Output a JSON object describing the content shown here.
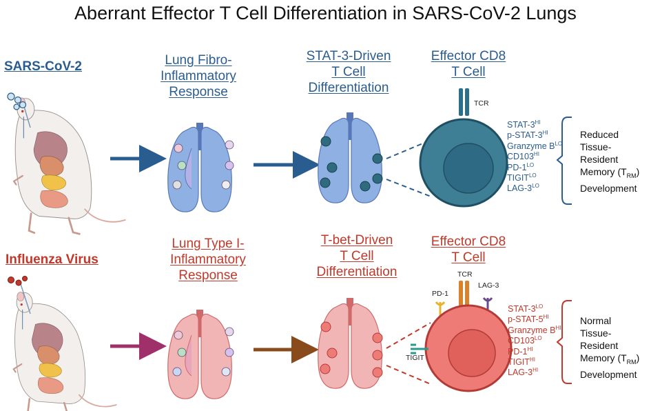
{
  "title": "Aberrant Effector T Cell Differentiation in SARS-CoV-2 Lungs",
  "colors": {
    "sars_accent": "#2a5d8f",
    "flu_accent": "#c0392b",
    "sars_lung": "#8fb0e3",
    "flu_lung": "#f2b5b5",
    "sars_cell": "#3f7f96",
    "flu_cell": "#ef7b76"
  },
  "rows": [
    {
      "virus": "SARS-CoV-2",
      "response": [
        "Lung Fibro-",
        "Inflammatory",
        "Response"
      ],
      "differentiation": [
        "STAT-3-Driven",
        "T Cell",
        "Differentiation"
      ],
      "effector": [
        "Effector CD8",
        "T Cell"
      ],
      "receptor_labels": {
        "tcr": "TCR"
      },
      "markers": [
        {
          "name": "STAT-3",
          "level": "HI"
        },
        {
          "name": "p-STAT-3",
          "level": "HI"
        },
        {
          "name": "Granzyme B",
          "level": "LO"
        },
        {
          "name": "CD103",
          "level": "HI"
        },
        {
          "name": "PD-1",
          "level": "LO"
        },
        {
          "name": "TIGIT",
          "level": "LO"
        },
        {
          "name": "LAG-3",
          "level": "LO"
        }
      ],
      "outcome": {
        "l1": "Reduced",
        "l2": "Tissue-",
        "l3": "Resident",
        "l4a": "Memory (T",
        "l4sub": "RM",
        "l4b": ")",
        "l5": "Development"
      }
    },
    {
      "virus": "Influenza Virus",
      "response": [
        "Lung Type I-",
        "Inflammatory",
        "Response"
      ],
      "differentiation": [
        "T-bet-Driven",
        "T Cell",
        "Differentiation"
      ],
      "effector": [
        "Effector CD8",
        "T Cell"
      ],
      "receptor_labels": {
        "pd1": "PD-1",
        "tcr": "TCR",
        "lag3": "LAG-3",
        "tigit": "TIGIT"
      },
      "markers": [
        {
          "name": "STAT-3",
          "level": "LO"
        },
        {
          "name": "p-STAT-5",
          "level": "HI"
        },
        {
          "name": "Granzyme B",
          "level": "HI"
        },
        {
          "name": "CD103",
          "level": "LO"
        },
        {
          "name": "PD-1",
          "level": "HI"
        },
        {
          "name": "TIGIT",
          "level": "HI"
        },
        {
          "name": "LAG-3",
          "level": "HI"
        }
      ],
      "outcome": {
        "l1": "Normal",
        "l2": "Tissue-",
        "l3": "Resident",
        "l4a": "Memory (T",
        "l4sub": "RM",
        "l4b": ")",
        "l5": "Development"
      }
    }
  ]
}
